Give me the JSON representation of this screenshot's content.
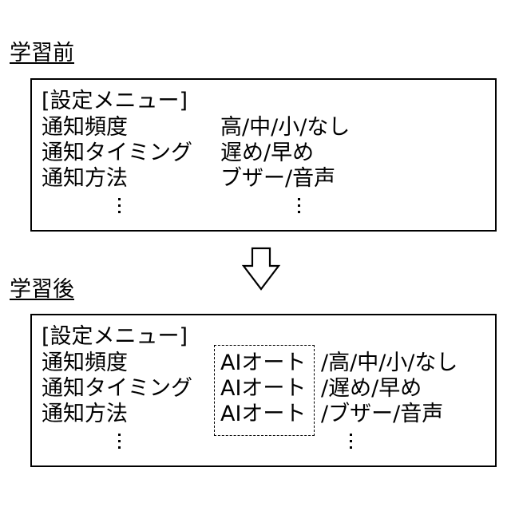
{
  "before": {
    "heading": "学習前",
    "menu_title": "[設定メニュー]",
    "rows": [
      {
        "label": "通知頻度",
        "options": "高/中/小/なし"
      },
      {
        "label": "通知タイミング",
        "options": "遅め/早め"
      },
      {
        "label": "通知方法",
        "options": "ブザー/音声"
      }
    ]
  },
  "after": {
    "heading": "学習後",
    "menu_title": "[設定メニュー]",
    "rows": [
      {
        "label": "通知頻度",
        "ai": "AIオート",
        "options": "/高/中/小/なし"
      },
      {
        "label": "通知タイミング",
        "ai": "AIオート",
        "options": "/遅め/早め"
      },
      {
        "label": "通知方法",
        "ai": "AIオート",
        "options": "/ブザー/音声"
      }
    ]
  }
}
